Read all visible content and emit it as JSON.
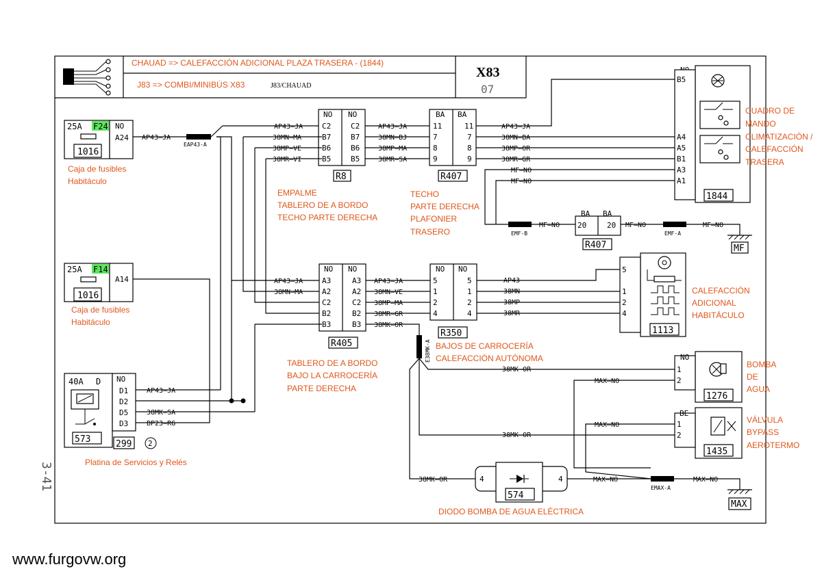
{
  "header": {
    "line1": "CHAUAD => CALEFACCIÓN ADICIONAL PLAZA TRASERA - (1844)",
    "line2": "J83 => COMBI/MINIBÚS X83",
    "code": "J83/CHAUAD",
    "model": "X83",
    "sheet_no": "07"
  },
  "page_ref": "3-41",
  "website": "www.furgovw.org",
  "components": {
    "fuse_f24": {
      "amp": "25A",
      "id": "F24",
      "pin": "A24",
      "no": "NO",
      "box": "1016"
    },
    "fuse_f14": {
      "amp": "25A",
      "id": "F14",
      "pin": "A14",
      "box": "1016"
    },
    "relay": {
      "amp": "40A",
      "d": "D",
      "no": "NO",
      "pins": [
        "D1",
        "D2",
        "D5",
        "D3"
      ],
      "id": "573",
      "ref": "299",
      "circle": "2"
    },
    "r8": {
      "id": "R8",
      "no": "NO",
      "pins": [
        "C2",
        "B7",
        "B6",
        "B5"
      ]
    },
    "r407_top": {
      "id": "R407",
      "ba": "BA",
      "pins": [
        "11",
        "7",
        "8",
        "9"
      ]
    },
    "r407_mid": {
      "id": "R407",
      "ba": "BA",
      "pin": "20"
    },
    "r405": {
      "id": "R405",
      "no": "NO",
      "pins": [
        "A3",
        "A2",
        "C2",
        "B2",
        "B3"
      ]
    },
    "r350": {
      "id": "R350",
      "no": "NO",
      "pins": [
        "5",
        "1",
        "2",
        "4"
      ]
    },
    "c1844": {
      "id": "1844",
      "no": "NO",
      "pins": [
        "B5",
        "A4",
        "A5",
        "B1",
        "A3",
        "A1"
      ]
    },
    "c1113": {
      "id": "1113",
      "pins": [
        "5",
        "1",
        "2",
        "4"
      ]
    },
    "c1276": {
      "id": "1276",
      "no": "NO",
      "pins": [
        "1",
        "2"
      ]
    },
    "c1435": {
      "id": "1435",
      "be": "BE",
      "pins": [
        "1",
        "2"
      ]
    },
    "c574": {
      "id": "574",
      "pin": "4"
    },
    "ground_mf": "MF",
    "ground_max": "MAX"
  },
  "connectors": {
    "eap43a": "EAP43-A",
    "emfb": "EMF-B",
    "emfa": "EMF-A",
    "e38mka": "E38MK-A",
    "emaxa": "EMAX-A"
  },
  "wires": {
    "ap43_ja": "AP43—JA",
    "a38mn_ma": "38MN—MA",
    "a38mp_ve": "38MP—VE",
    "a38mr_vi": "38MR—VI",
    "a38mn_bj": "38MN—BJ",
    "a38mp_ma": "38MP—MA",
    "a38mr_sa": "38MR—SA",
    "a38mn_ba": "38MN—BA",
    "a38mp_or": "38MP—OR",
    "a38mr_gr": "38MR—GR",
    "mf_no": "MF—NO",
    "a38mn_ve": "38MN—VE",
    "a38mr_gr2": "38MR—GR",
    "a38mk_or": "38MK—OR",
    "ap43": "AP43",
    "m38mn": "38MN",
    "m38mp": "38MP",
    "m38mr": "38MR",
    "a38mk_sa": "38MK—SA",
    "bp23_rg": "BP23—RG",
    "max_no": "MAX—NO"
  },
  "labels": {
    "caja1": [
      "Caja de fusibles",
      "Habitáculo"
    ],
    "caja2": [
      "Caja de fusibles",
      "Habitáculo"
    ],
    "empalme": [
      "EMPALME",
      "TABLERO DE A BORDO",
      "TECHO PARTE DERECHA"
    ],
    "techo": [
      "TECHO",
      "PARTE DERECHA",
      "PLAFONIER",
      "TRASERO"
    ],
    "cuadro": [
      "CUADRO DE",
      "MANDO",
      "CLIMATIZACIÓN /",
      "CALEFACCIÓN",
      "TRASERA"
    ],
    "calef": [
      "CALEFACCIÓN",
      "ADICIONAL",
      "HABITÁCULO"
    ],
    "tablero": [
      "TABLERO DE A BORDO",
      "BAJO LA CARROCERÍA",
      "PARTE DERECHA"
    ],
    "bajos": [
      "BAJOS DE CARROCERÍA",
      "CALEFACCIÓN AUTÓNOMA"
    ],
    "bomba": [
      "BOMBA",
      "DE",
      "AGUA"
    ],
    "valvula": [
      "VÁLVULA",
      "BYPASS",
      "AEROTERMO"
    ],
    "platina": "Platina de Servicios y Relés",
    "diodo": "DIODO BOMBA DE AGUA ELÉCTRICA"
  },
  "colors": {
    "label": "#e0561a",
    "fuse_highlight": "#5ee65e"
  }
}
